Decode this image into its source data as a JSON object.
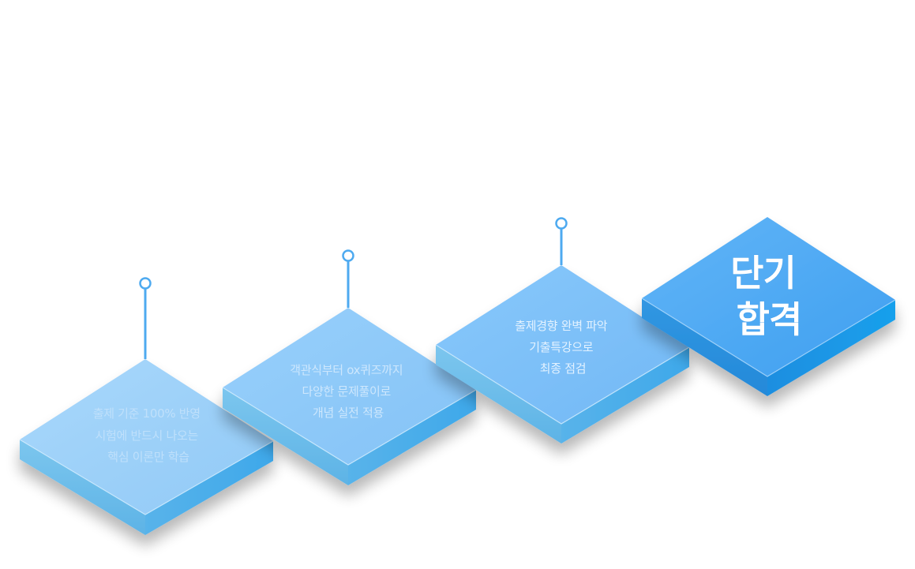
{
  "steps": [
    {
      "lines": [
        "출제 기준 100% 반영",
        "시험에 반드시 나오는",
        "핵심 이론만 학습"
      ],
      "text_color": "#bfe0fb"
    },
    {
      "lines": [
        "객관식부터 ox퀴즈까지",
        "다양한 문제풀이로",
        "개념 실전 적용"
      ],
      "text_color": "#cde7fd"
    },
    {
      "lines": [
        "출제경향 완벽 파악",
        "기출특강으로",
        "최종 점검"
      ],
      "text_color": "#e3f2ff"
    }
  ],
  "goal": {
    "lines": [
      "단기",
      "합격"
    ],
    "text_color": "#ffffff"
  },
  "colors": {
    "step1_top": "#9fd3fa",
    "step2_top": "#8ecbfb",
    "step3_top": "#7ec2fa",
    "goal_top": "#4fabf5",
    "side_left": "#6bbbea",
    "side_right": "#4aaee6",
    "goal_side_left": "#2b90df",
    "goal_side_right": "#1c88dc",
    "connector": "#4eaaf0"
  }
}
